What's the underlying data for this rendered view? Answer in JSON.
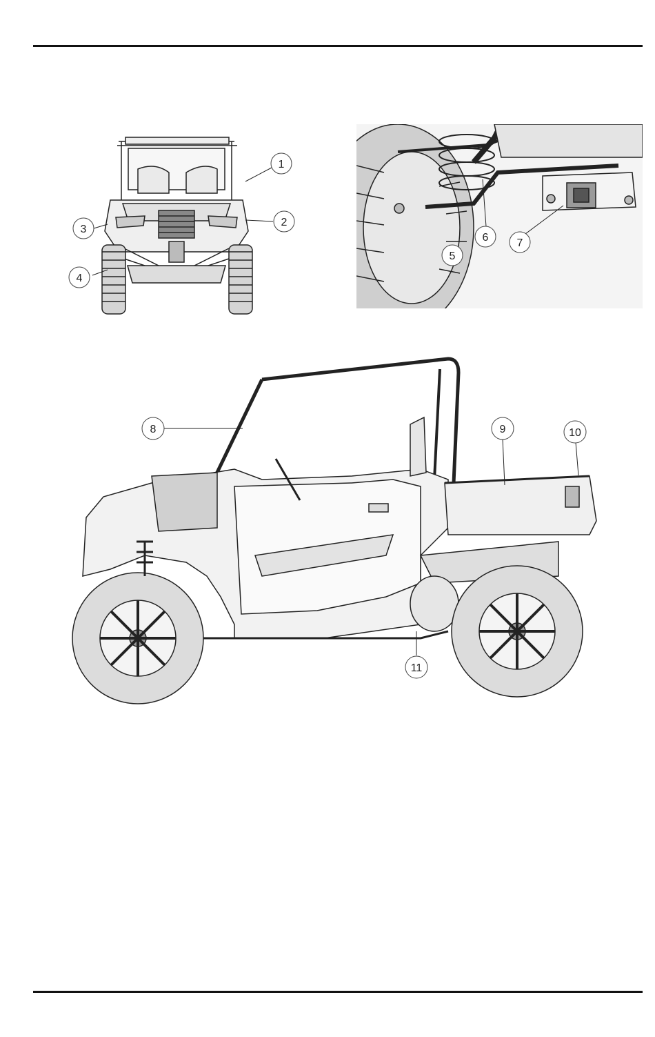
{
  "figures": {
    "front_view": {
      "callouts": [
        "1",
        "2",
        "3",
        "4"
      ]
    },
    "rear_detail": {
      "callouts": [
        "5",
        "6",
        "7"
      ]
    },
    "side_view": {
      "callouts": [
        "8",
        "9",
        "10",
        "11"
      ]
    }
  },
  "colors": {
    "line": "#222222",
    "shade": "#d9d9d9",
    "fill": "#f2f2f2"
  }
}
